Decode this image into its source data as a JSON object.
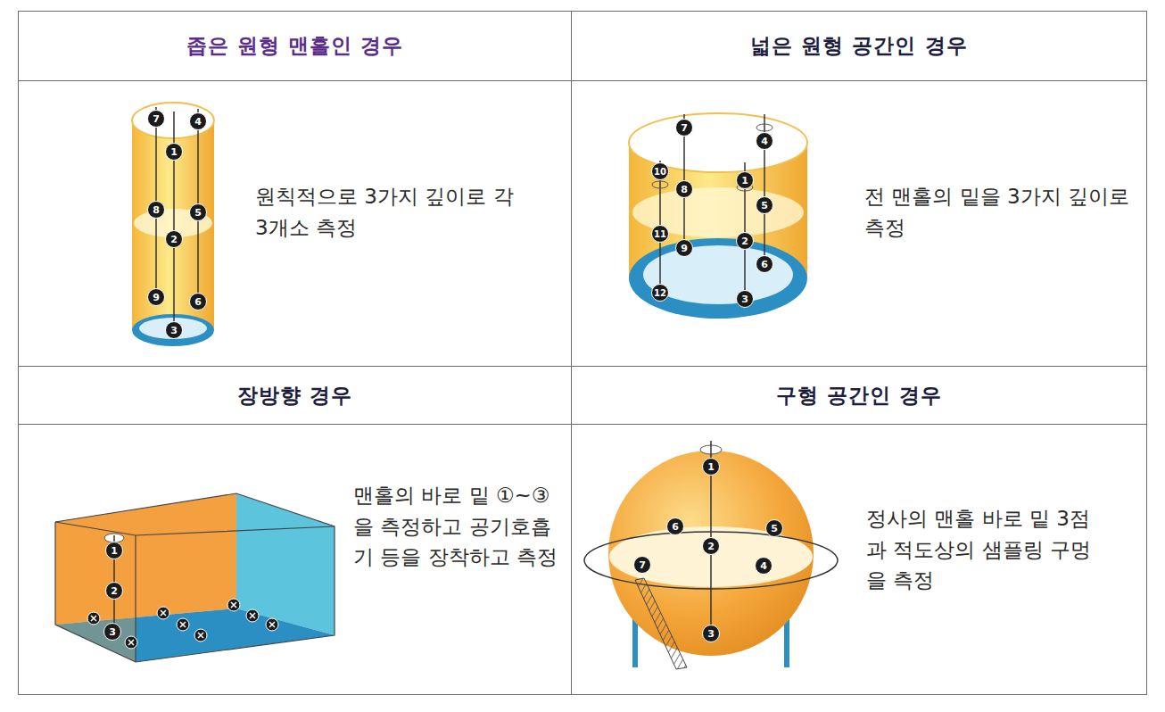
{
  "diagram": {
    "nodes": [
      {
        "text": [
          "좁은 원형 맨홀인 경우"
        ]
      },
      {
        "text": [
          "넓은 원형 공간인 경우"
        ]
      },
      {
        "text": [
          "원칙적으로 3가지 깊이로 각 3개소 측정"
        ]
      },
      {
        "text": [
          "전 맨홀의 밑을 3가지 깊이로 측정"
        ]
      },
      {
        "text": [
          "장방향 경우"
        ]
      },
      {
        "text": [
          "구형 공간인 경우"
        ]
      },
      {
        "text": [
          "맨홀의 바로 밑 ①~③을 측정하고 공기호흡기 등을 장착하고 측정"
        ]
      },
      {
        "text": [
          "정사의 맨홀 바로 밑 3점과 적도상의 샘플링 구멍을 측정"
        ]
      }
    ],
    "labels": [
      "7",
      "4",
      "1",
      "8",
      "5",
      "2",
      "9",
      "6",
      "3",
      "7",
      "4",
      "10",
      "8",
      "1",
      "5",
      "11",
      "9",
      "2",
      "6",
      "12",
      "3",
      "1",
      "2",
      "3",
      "1",
      "6",
      "5",
      "2",
      "7",
      "4",
      "3"
    ]
  }
}
